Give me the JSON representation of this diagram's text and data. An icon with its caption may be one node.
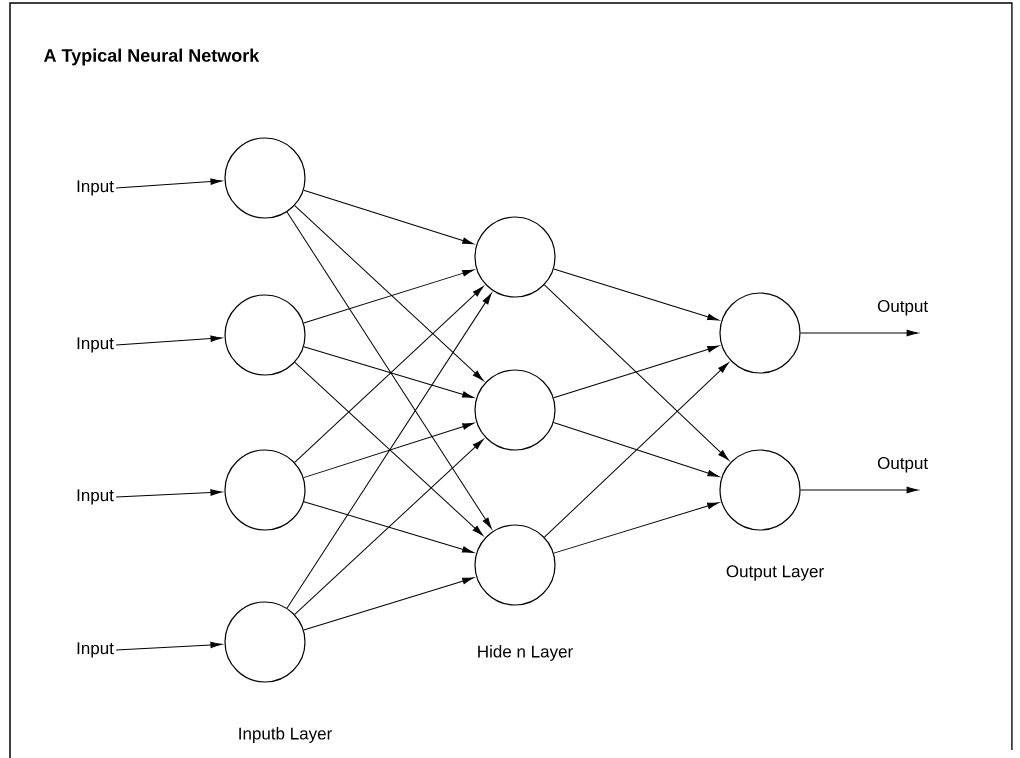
{
  "diagram": {
    "title": "A Typical Neural Network",
    "nodes": [
      {
        "text": [
          "Input"
        ]
      },
      {
        "text": [
          "Input"
        ]
      },
      {
        "text": [
          "Input"
        ]
      },
      {
        "text": [
          "Input"
        ]
      },
      {
        "text": [],
        "shape": "circle"
      },
      {
        "text": [],
        "shape": "circle"
      },
      {
        "text": [],
        "shape": "circle"
      },
      {
        "text": [],
        "shape": "circle"
      },
      {
        "text": [],
        "shape": "circle"
      },
      {
        "text": [],
        "shape": "circle"
      },
      {
        "text": [],
        "shape": "circle"
      },
      {
        "text": [],
        "shape": "circle"
      },
      {
        "text": [],
        "shape": "circle"
      }
    ],
    "edges": [
      {
        "from": 0,
        "to": 4,
        "arrow": "to"
      },
      {
        "from": 1,
        "to": 5,
        "arrow": "to"
      },
      {
        "from": 2,
        "to": 6,
        "arrow": "to"
      },
      {
        "from": 3,
        "to": 7,
        "arrow": "to"
      },
      {
        "from": 4,
        "to": 8,
        "arrow": "to"
      },
      {
        "from": 4,
        "to": 9,
        "arrow": "to"
      },
      {
        "from": 4,
        "to": 10,
        "arrow": "to"
      },
      {
        "from": 5,
        "to": 8,
        "arrow": "to"
      },
      {
        "from": 5,
        "to": 9,
        "arrow": "to"
      },
      {
        "from": 5,
        "to": 10,
        "arrow": "to"
      },
      {
        "from": 6,
        "to": 8,
        "arrow": "to"
      },
      {
        "from": 6,
        "to": 9,
        "arrow": "to"
      },
      {
        "from": 6,
        "to": 10,
        "arrow": "to"
      },
      {
        "from": 7,
        "to": 8,
        "arrow": "to"
      },
      {
        "from": 7,
        "to": 9,
        "arrow": "to"
      },
      {
        "from": 7,
        "to": 10,
        "arrow": "to"
      },
      {
        "from": 8,
        "to": 11,
        "arrow": "to"
      },
      {
        "from": 8,
        "to": 12,
        "arrow": "to"
      },
      {
        "from": 9,
        "to": 11,
        "arrow": "to"
      },
      {
        "from": 9,
        "to": 12,
        "arrow": "to"
      },
      {
        "from": 10,
        "to": 11,
        "arrow": "to"
      },
      {
        "from": 10,
        "to": 12,
        "arrow": "to"
      },
      {
        "from": 11,
        "to": null,
        "label": "Output",
        "arrow": "to"
      },
      {
        "from": 12,
        "to": null,
        "label": "Output",
        "arrow": "to"
      }
    ],
    "labels": [
      "Output Layer",
      "Hide n Layer",
      "Inputb Layer"
    ]
  }
}
